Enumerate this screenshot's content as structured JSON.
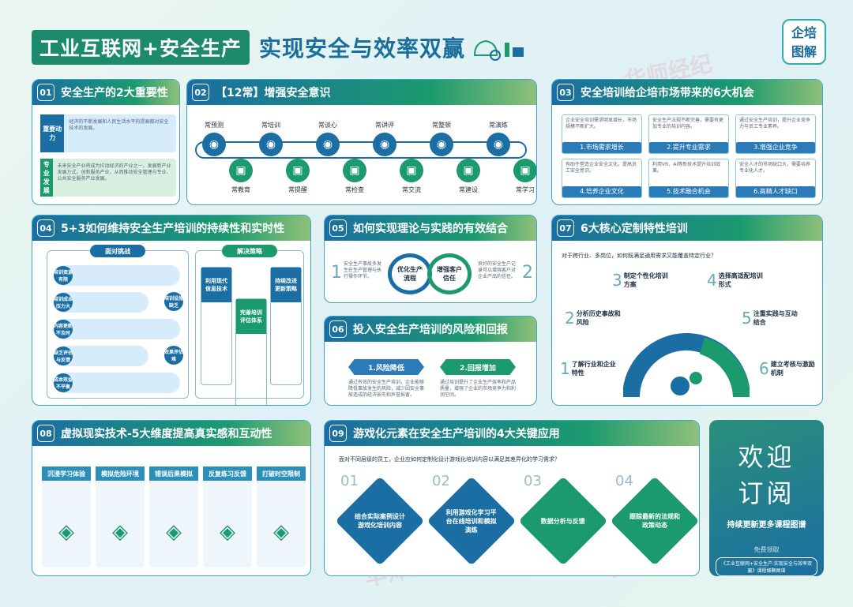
{
  "header": {
    "title_left": "工业互联网+安全生产",
    "title_right": "实现安全与效率双赢",
    "logo_line1": "企培",
    "logo_line2": "图解"
  },
  "watermark": "华师经纪",
  "p01": {
    "num": "01",
    "title": "安全生产的2大重要性",
    "items": [
      {
        "tag": "重要动力",
        "text": "经济的不断发展和人民生活水平的提高都对安全技术的发展。"
      },
      {
        "tag": "专业发展",
        "text": "未来安全产业将成为拉动经济的产业之一，发展新产业发展方式，创新服务产业，从而推动安全管理与专业、公共安全服务产业发展。"
      }
    ]
  },
  "p02": {
    "num": "02",
    "title": "【12常】增强安全意识",
    "top": [
      "常预测",
      "常培训",
      "常谈心",
      "常讲评",
      "常整顿",
      "常演练"
    ],
    "bottom": [
      "常教育",
      "常提醒",
      "常检查",
      "常交流",
      "常建设",
      "常学习"
    ]
  },
  "p03": {
    "num": "03",
    "title": "安全培训给企培市场带来的6大机会",
    "cells": [
      {
        "label": "1.市场需求增长",
        "text": "企业安全培训需求明显增长，市场规模不断扩大。"
      },
      {
        "label": "2.提升专业需求",
        "text": "安全生产法规不断完善，需要有更加专业的培训内容。"
      },
      {
        "label": "3.增强企业竞争",
        "text": "通过安全生产培训，提升企业竞争力与员工专业素养。"
      },
      {
        "label": "4.培养企业文化",
        "text": "有助于塑造企业安全文化，提高员工安全意识。"
      },
      {
        "label": "5.技术融合机会",
        "text": "利用VR、AI等新技术提升培训效果。"
      },
      {
        "label": "6.高精人才缺口",
        "text": "安全人才的市场缺口大，需要培养专业化人才。"
      }
    ]
  },
  "p04": {
    "num": "04",
    "title": "5+3如何维持安全生产培训的持续性和实时性",
    "left_head": "面对挑战",
    "right_head": "解决策略",
    "challenges": [
      "培训资源有限",
      "培训成本压力大",
      "内容更新不及时",
      "缺乏评估与反馈",
      "成本效益不平衡"
    ],
    "challenge_tags": [
      "培训设施缺乏",
      "效果评估难"
    ],
    "strategies": [
      "利用现代信息技术",
      "完善培训评估体系",
      "持续改进更新策略"
    ]
  },
  "p05": {
    "num": "05",
    "title": "如何实现理论与实践的有效结合",
    "left": "1",
    "right": "2",
    "loop1": "优化生产流程",
    "loop2": "增强客户信任",
    "left_text": "安全生产事故多发生在生产管理与执行操作环节。",
    "right_text": "良好的安全生产记录可以增强客户对企业产品的信任。"
  },
  "p06": {
    "num": "06",
    "title": "投入安全生产培训的风险和回报",
    "risk": "1.风险降低",
    "reward": "2.回报增加",
    "risk_text": "通过有效的安全生产培训，企业能够降低事故发生的风险，减少因安全事故造成的经济损失和声誉损害。",
    "reward_text": "通过培训提升了企业生产效率和产品质量，增强了企业的市场竞争力和利润空间。"
  },
  "p07": {
    "num": "07",
    "title": "6大核心定制特性培训",
    "question": "对于跨行业、多岗位，如何既满足通用需求又能覆盖特定行业？",
    "steps": [
      {
        "n": "1",
        "t": "了解行业和企业特性"
      },
      {
        "n": "2",
        "t": "分析历史事故和风险"
      },
      {
        "n": "3",
        "t": "制定个性化培训方案"
      },
      {
        "n": "4",
        "t": "选择高适配培训形式"
      },
      {
        "n": "5",
        "t": "注重实践与互动结合"
      },
      {
        "n": "6",
        "t": "建立考核与激励机制"
      }
    ]
  },
  "p08": {
    "num": "08",
    "title": "虚拟现实技术-5大维度提高真实感和互动性",
    "cols": [
      "沉浸学习体验",
      "模拟危险环境",
      "错误后果模拟",
      "反复练习反馈",
      "打破时空限制"
    ]
  },
  "p09": {
    "num": "09",
    "title": "游戏化元素在安全生产培训的4大关键应用",
    "question": "面对不同层级的员工，企业应如何定制化设计游戏化培训内容以满足其差异化的学习需求？",
    "steps": [
      {
        "n": "01",
        "t": "结合实际案例设计游戏化培训内容"
      },
      {
        "n": "02",
        "t": "利用游戏化学习平台在线培训和模拟演练"
      },
      {
        "n": "03",
        "t": "数据分析与反馈"
      },
      {
        "n": "04",
        "t": "跟踪最新的法规和政策动态"
      }
    ]
  },
  "welcome": {
    "title1": "欢迎",
    "title2": "订阅",
    "sub": "持续更新更多课程图谱",
    "free": "免费领取",
    "note": "《工业互联网+安全生产:实现安全与效率双赢》课程细颗图谱"
  },
  "colors": {
    "green": "#1b9a6e",
    "blue": "#1b6ea3"
  }
}
